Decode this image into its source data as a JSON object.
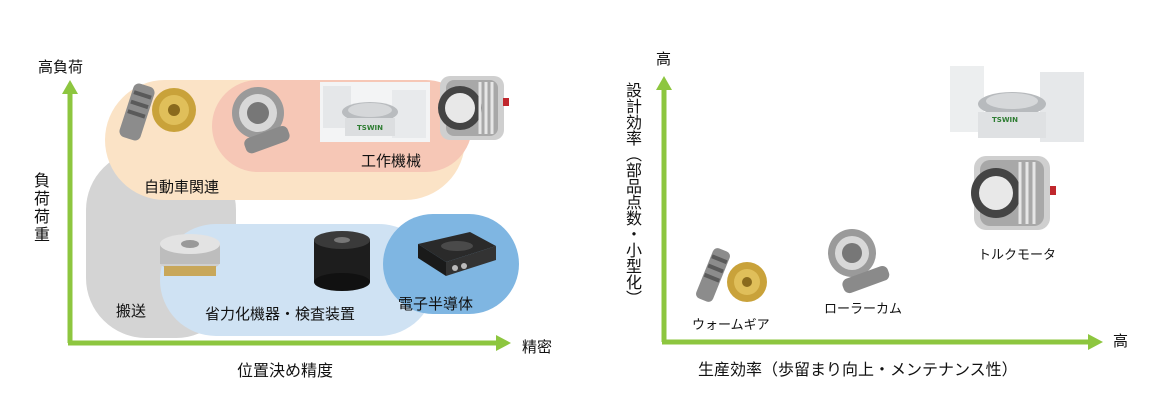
{
  "left_diagram": {
    "y_axis_top_label": "高負荷",
    "y_axis_title": "負荷荷重",
    "x_axis_end_label": "精密",
    "x_axis_title": "位置決め精度",
    "regions": {
      "automotive": "自動車関連",
      "machine_tools": "工作機械",
      "transport": "搬送",
      "labor_saving": "省力化機器・検査装置",
      "semiconductor": "電子半導体"
    }
  },
  "right_diagram": {
    "y_axis_top_label": "高",
    "y_axis_title": "設計効率（部品点数・小型化）",
    "x_axis_end_label": "高",
    "x_axis_title": "生産効率（歩留まり向上・メンテナンス性）",
    "products": {
      "worm_gear": "ウォームギア",
      "roller_cam": "ローラーカム",
      "torque_motor": "トルクモータ",
      "rotary_table_brand": "TSWIN"
    }
  },
  "colors": {
    "axis": "#8dc63f",
    "automotive": "#fbe3c6",
    "machine_tools": "#f6c7b6",
    "transport": "#d4d4d4",
    "labor_saving": "#cfe2f3",
    "semiconductor": "#7fb6e2"
  }
}
